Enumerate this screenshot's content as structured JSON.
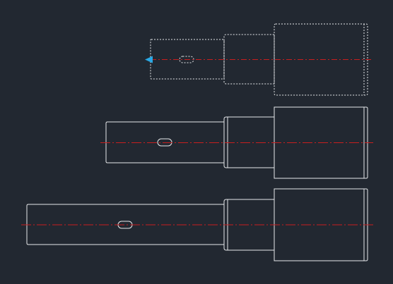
{
  "canvas": {
    "background_color": "#222831",
    "geometry_color": "#e6e8ea",
    "centerline_color": "#c81e1e",
    "grip_color": "#29a9e6"
  },
  "drawing": {
    "objects": [
      {
        "name": "stepped-shaft-selected",
        "state": "selected",
        "line_style": "dashed",
        "has_grip": true
      },
      {
        "name": "stepped-shaft-medium",
        "state": "normal",
        "line_style": "solid",
        "has_grip": false
      },
      {
        "name": "stepped-shaft-long",
        "state": "normal",
        "line_style": "solid",
        "has_grip": false
      }
    ]
  }
}
